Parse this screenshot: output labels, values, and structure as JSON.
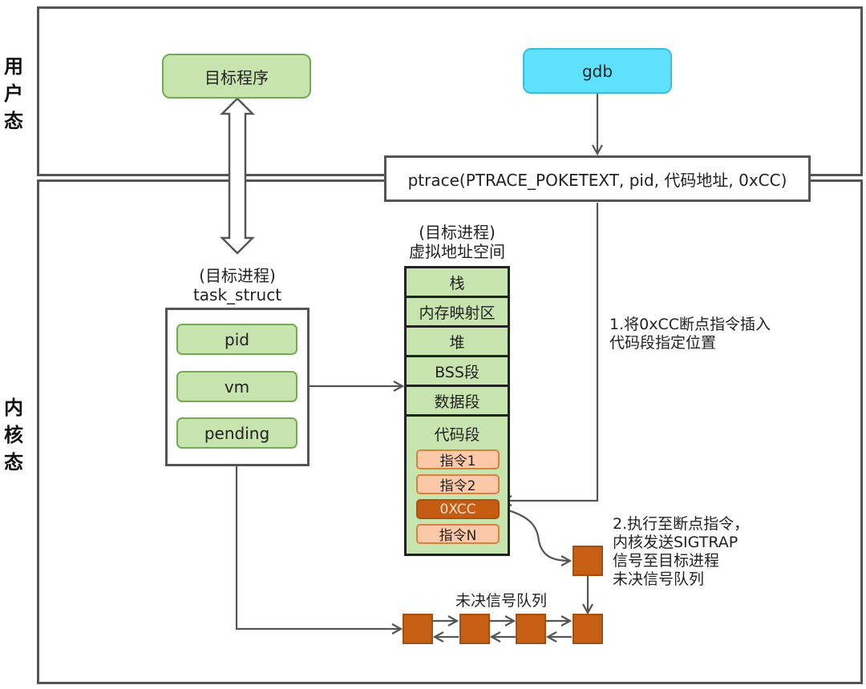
{
  "regions": {
    "user_space_label": [
      "用",
      "户",
      "态"
    ],
    "kernel_space_label": [
      "内",
      "核",
      "态"
    ]
  },
  "user_space": {
    "target_program": "目标程序",
    "gdb": "gdb"
  },
  "syscall": {
    "ptrace_call": "ptrace(PTRACE_POKETEXT, pid, 代码地址, 0xCC)"
  },
  "task_struct": {
    "caption_line1": "(目标进程)",
    "caption_line2": "task_struct",
    "fields": [
      "pid",
      "vm",
      "pending"
    ]
  },
  "address_space": {
    "caption_line1": "(目标进程)",
    "caption_line2": "虚拟地址空间",
    "segments": [
      "栈",
      "内存映射区",
      "堆",
      "BSS段",
      "数据段"
    ],
    "code_segment": {
      "title": "代码段",
      "instructions": [
        "指令1",
        "指令2",
        "0XCC",
        "指令N"
      ],
      "breakpoint_index": 2
    }
  },
  "signal_queue": {
    "label": "未决信号队列",
    "node_count": 4
  },
  "notes": {
    "step1": "1.将0xCC断点指令插入\n代码段指定位置",
    "step2": "2.执行至断点指令，\n内核发送SIGTRAP\n信号至目标进程\n未决信号队列"
  },
  "colors": {
    "green_fill": "#c7e3ae",
    "green_border": "#76a956",
    "cyan_fill": "#5ee1fd",
    "instr_fill": "#fbc9a8",
    "breakpoint_fill": "#c65b12",
    "queue_fill": "#c65f13",
    "line": "#555555"
  }
}
